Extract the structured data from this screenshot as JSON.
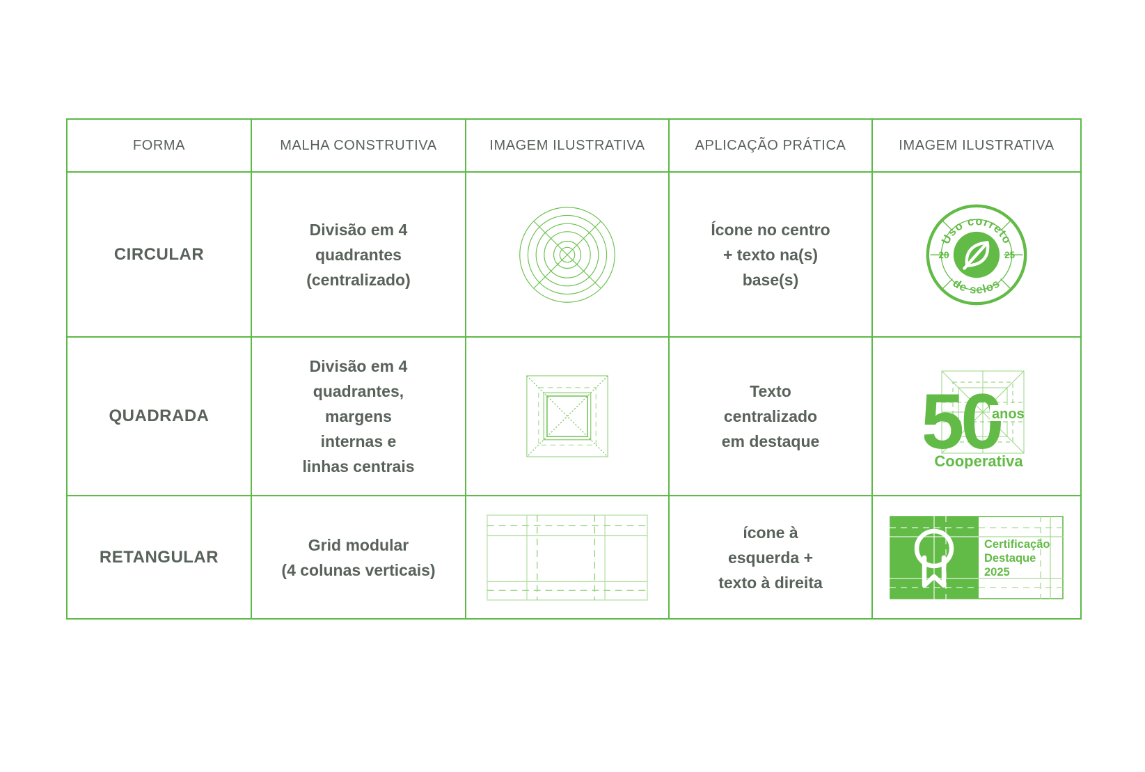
{
  "colors": {
    "border_green": "#5CBA47",
    "bright_green": "#62BB46",
    "mid_green": "#6CC24F",
    "light_green": "#A9DC96",
    "pale_green": "#B7E0A8",
    "text_gray": "#58615A"
  },
  "table": {
    "headers": [
      "FORMA",
      "MALHA CONSTRUTIVA",
      "IMAGEM ILUSTRATIVA",
      "APLICAÇÃO PRÁTICA",
      "IMAGEM ILUSTRATIVA"
    ],
    "rows": [
      {
        "forma": "CIRCULAR",
        "malha": "Divisão em 4\nquadrantes\n(centralizado)",
        "aplicacao": "Ícone no centro\n+ texto na(s)\nbase(s)"
      },
      {
        "forma": "QUADRADA",
        "malha": "Divisão em 4\nquadrantes,\nmargens\ninternas e\nlinhas centrais",
        "aplicacao": "Texto\ncentralizado\nem destaque"
      },
      {
        "forma": "RETANGULAR",
        "malha": "Grid modular\n(4 colunas verticais)",
        "aplicacao": "ícone à\nesquerda +\ntexto à direita"
      }
    ]
  },
  "seal": {
    "top_text": "Uso correto",
    "bottom_text": "de selos",
    "year_left": "20",
    "year_right": "25"
  },
  "anniversary": {
    "number": "50",
    "unit": "anos",
    "name": "Cooperativa"
  },
  "badge": {
    "line1": "Certificação",
    "line2": "Destaque",
    "line3": "2025"
  }
}
